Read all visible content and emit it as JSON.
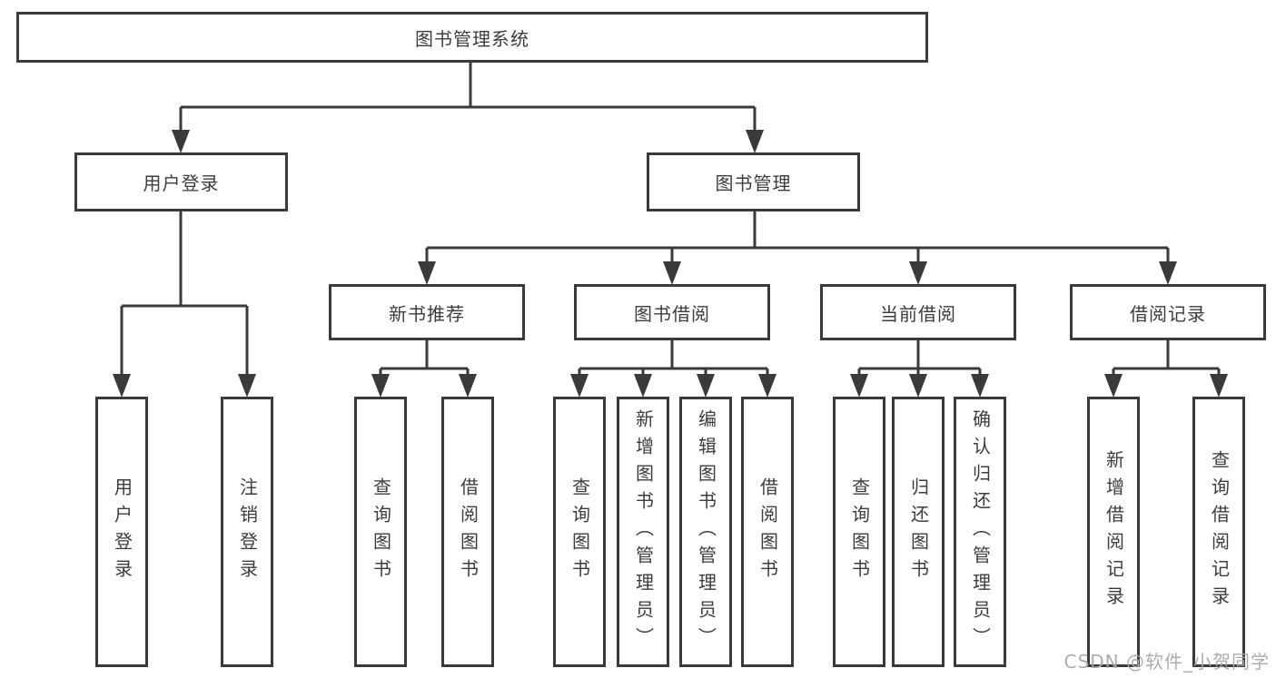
{
  "colors": {
    "line": "#3a3a3a",
    "box_border": "#3a3a3a",
    "box_fill": "#ffffff",
    "text": "#3c3c3c",
    "watermark": "#a8a8a8"
  },
  "tree": {
    "root": {
      "label": "图书管理系统",
      "children": [
        {
          "label": "用户登录",
          "children": [
            {
              "label": "用户登录"
            },
            {
              "label": "注销登录"
            }
          ]
        },
        {
          "label": "图书管理",
          "children": [
            {
              "label": "新书推荐",
              "children": [
                {
                  "label": "查询图书"
                },
                {
                  "label": "借阅图书"
                }
              ]
            },
            {
              "label": "图书借阅",
              "children": [
                {
                  "label": "查询图书"
                },
                {
                  "label": "新增图书（管理员）"
                },
                {
                  "label": "编辑图书（管理员）"
                },
                {
                  "label": "借阅图书"
                }
              ]
            },
            {
              "label": "当前借阅",
              "children": [
                {
                  "label": "查询图书"
                },
                {
                  "label": "归还图书"
                },
                {
                  "label": "确认归还（管理员）"
                }
              ]
            },
            {
              "label": "借阅记录",
              "children": [
                {
                  "label": "新增借阅记录"
                },
                {
                  "label": "查询借阅记录"
                }
              ]
            }
          ]
        }
      ]
    }
  },
  "watermark": {
    "text": "CSDN @软件_小贺同学"
  }
}
